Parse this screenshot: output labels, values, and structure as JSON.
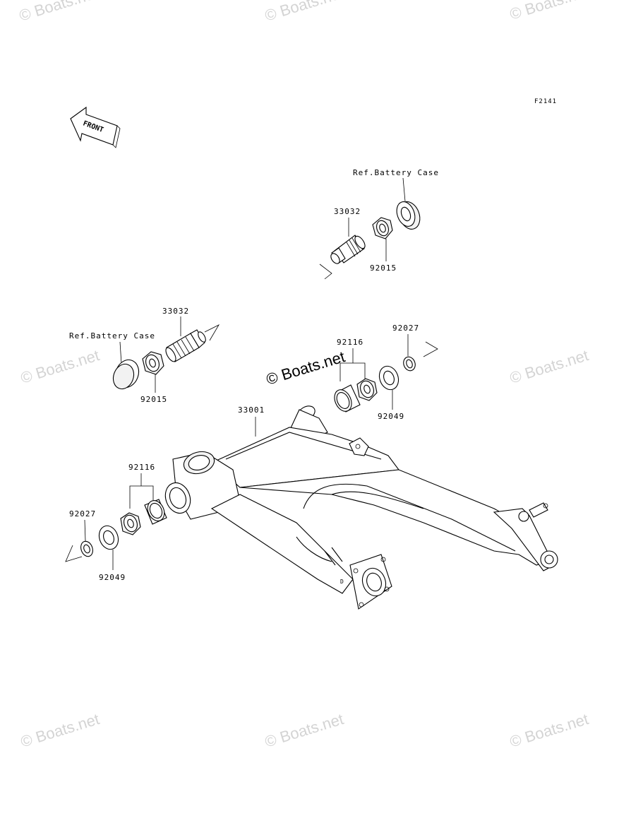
{
  "diagram_id": "F2141",
  "front_label": "FRONT",
  "watermark_main": "© Boats.net",
  "watermark": "© Boats.net",
  "labels": {
    "ref_battery_case_top": "Ref.Battery Case",
    "ref_battery_case_left": "Ref.Battery Case",
    "part_33032_top": "33032",
    "part_92015_top": "92015",
    "part_33032_left": "33032",
    "part_92015_left": "92015",
    "part_92116_right": "92116",
    "part_92027_right": "92027",
    "part_92049_right": "92049",
    "part_33001": "33001",
    "part_92116_left": "92116",
    "part_92027_left": "92027",
    "part_92049_left": "92049"
  }
}
